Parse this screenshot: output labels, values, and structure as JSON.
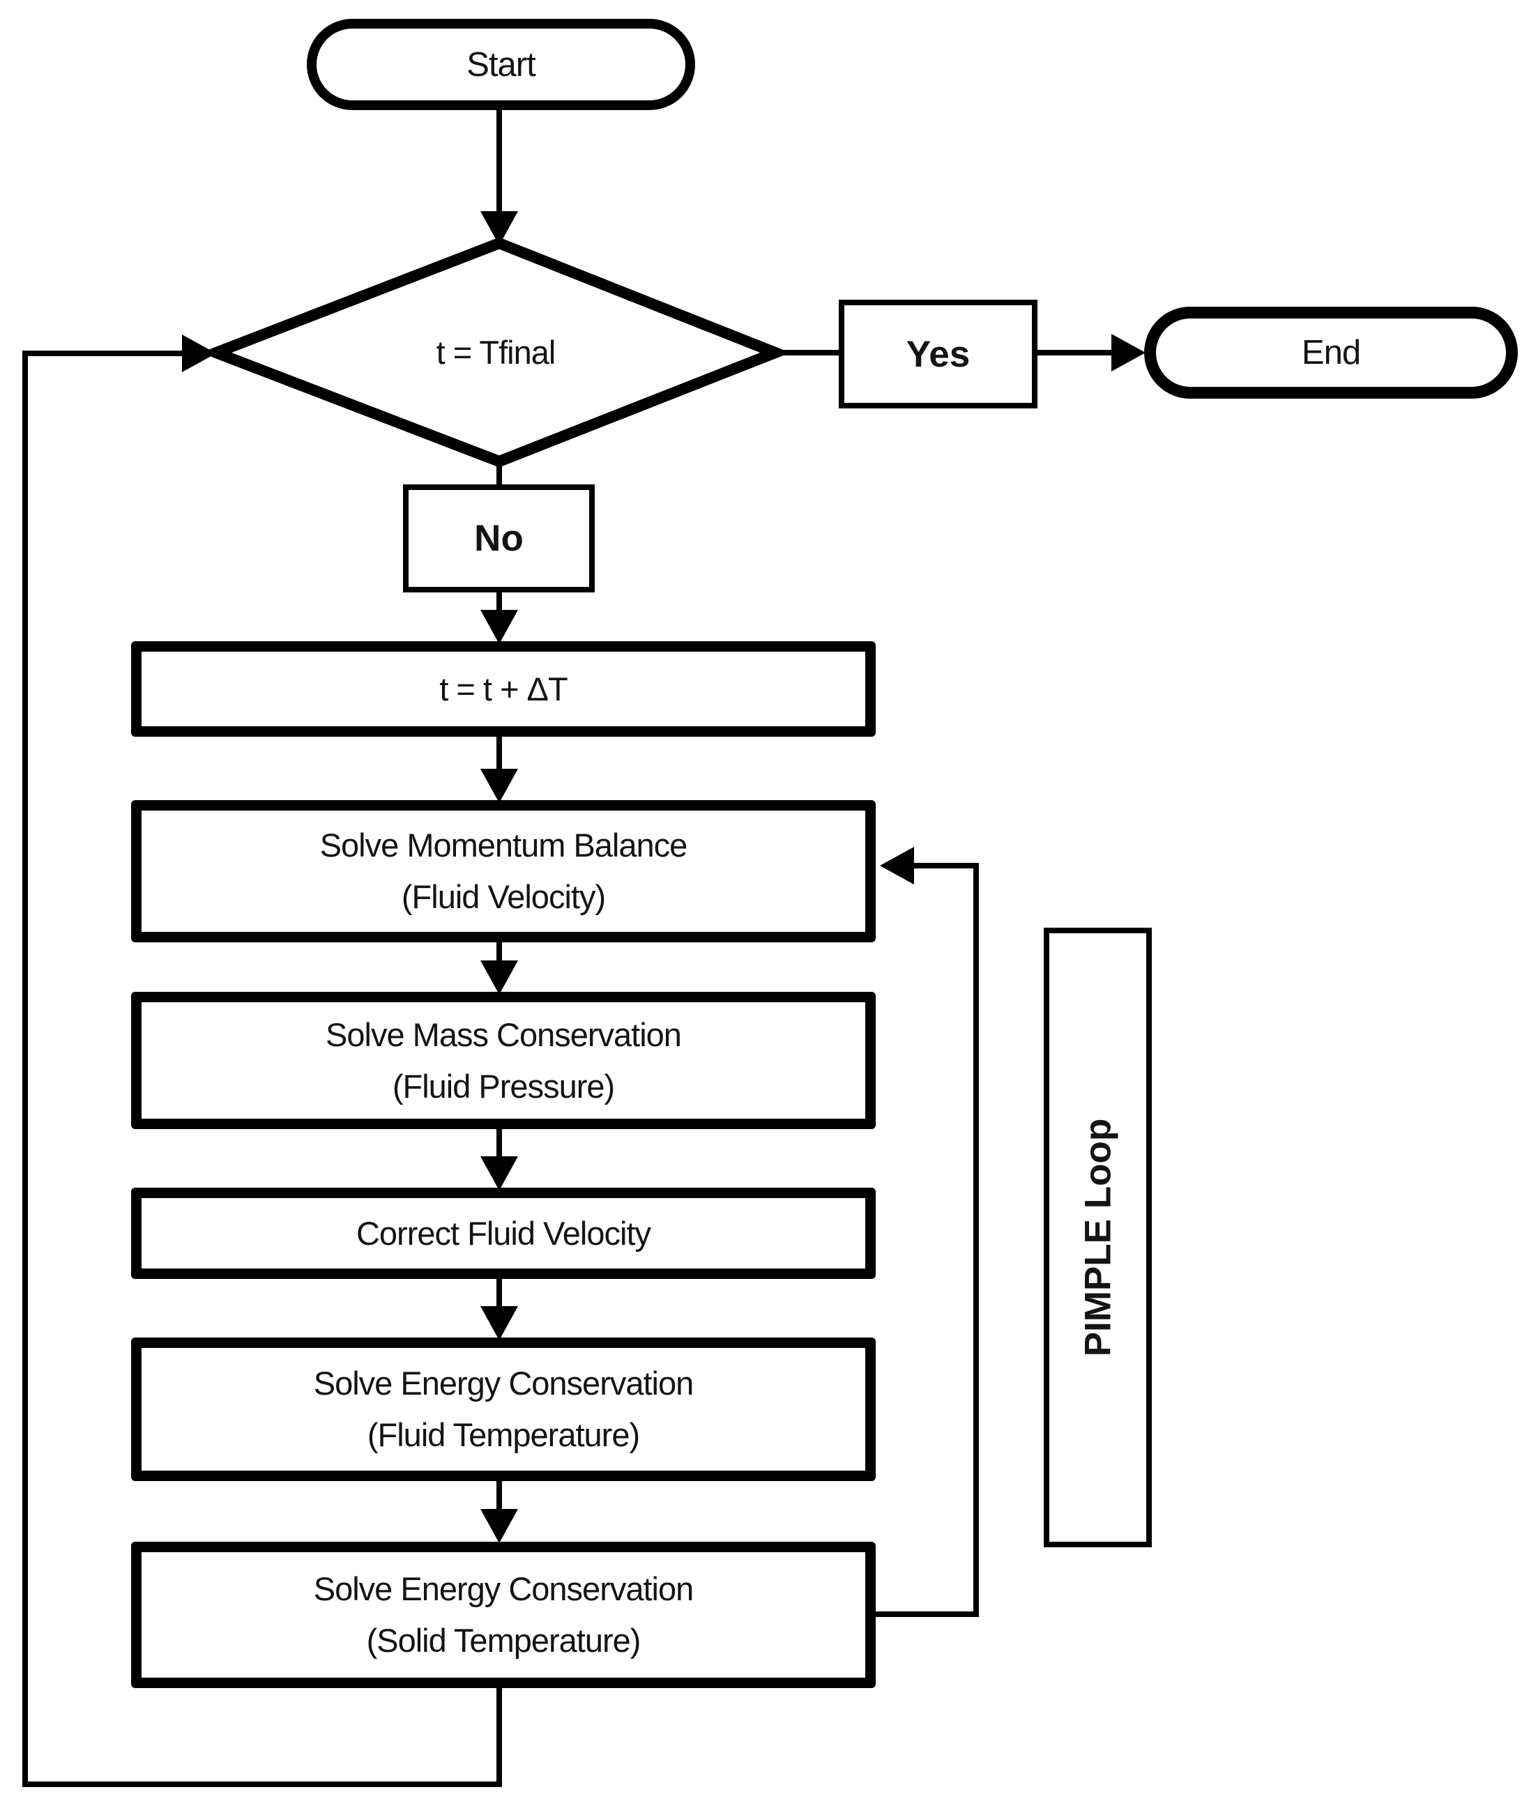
{
  "diagram": {
    "title": "PIMPLE algorithm flowchart",
    "colors": {
      "stroke": "#000000",
      "background": "#ffffff",
      "text": "#141414"
    },
    "nodes": {
      "start": {
        "label": "Start"
      },
      "decision": {
        "label": "t = Tfinal"
      },
      "yes": {
        "label": "Yes"
      },
      "end": {
        "label": "End"
      },
      "no": {
        "label": "No"
      },
      "increment": {
        "label": "t = t + ΔT"
      },
      "momentum": {
        "line1": "Solve Momentum Balance",
        "line2": "(Fluid Velocity)"
      },
      "mass": {
        "line1": "Solve Mass Conservation",
        "line2": "(Fluid Pressure)"
      },
      "correct": {
        "line1": "Correct Fluid Velocity"
      },
      "energy_fluid": {
        "line1": "Solve Energy Conservation",
        "line2": "(Fluid Temperature)"
      },
      "energy_solid": {
        "line1": "Solve Energy Conservation",
        "line2": "(Solid Temperature)"
      },
      "pimple": {
        "label": "PIMPLE Loop"
      }
    }
  }
}
